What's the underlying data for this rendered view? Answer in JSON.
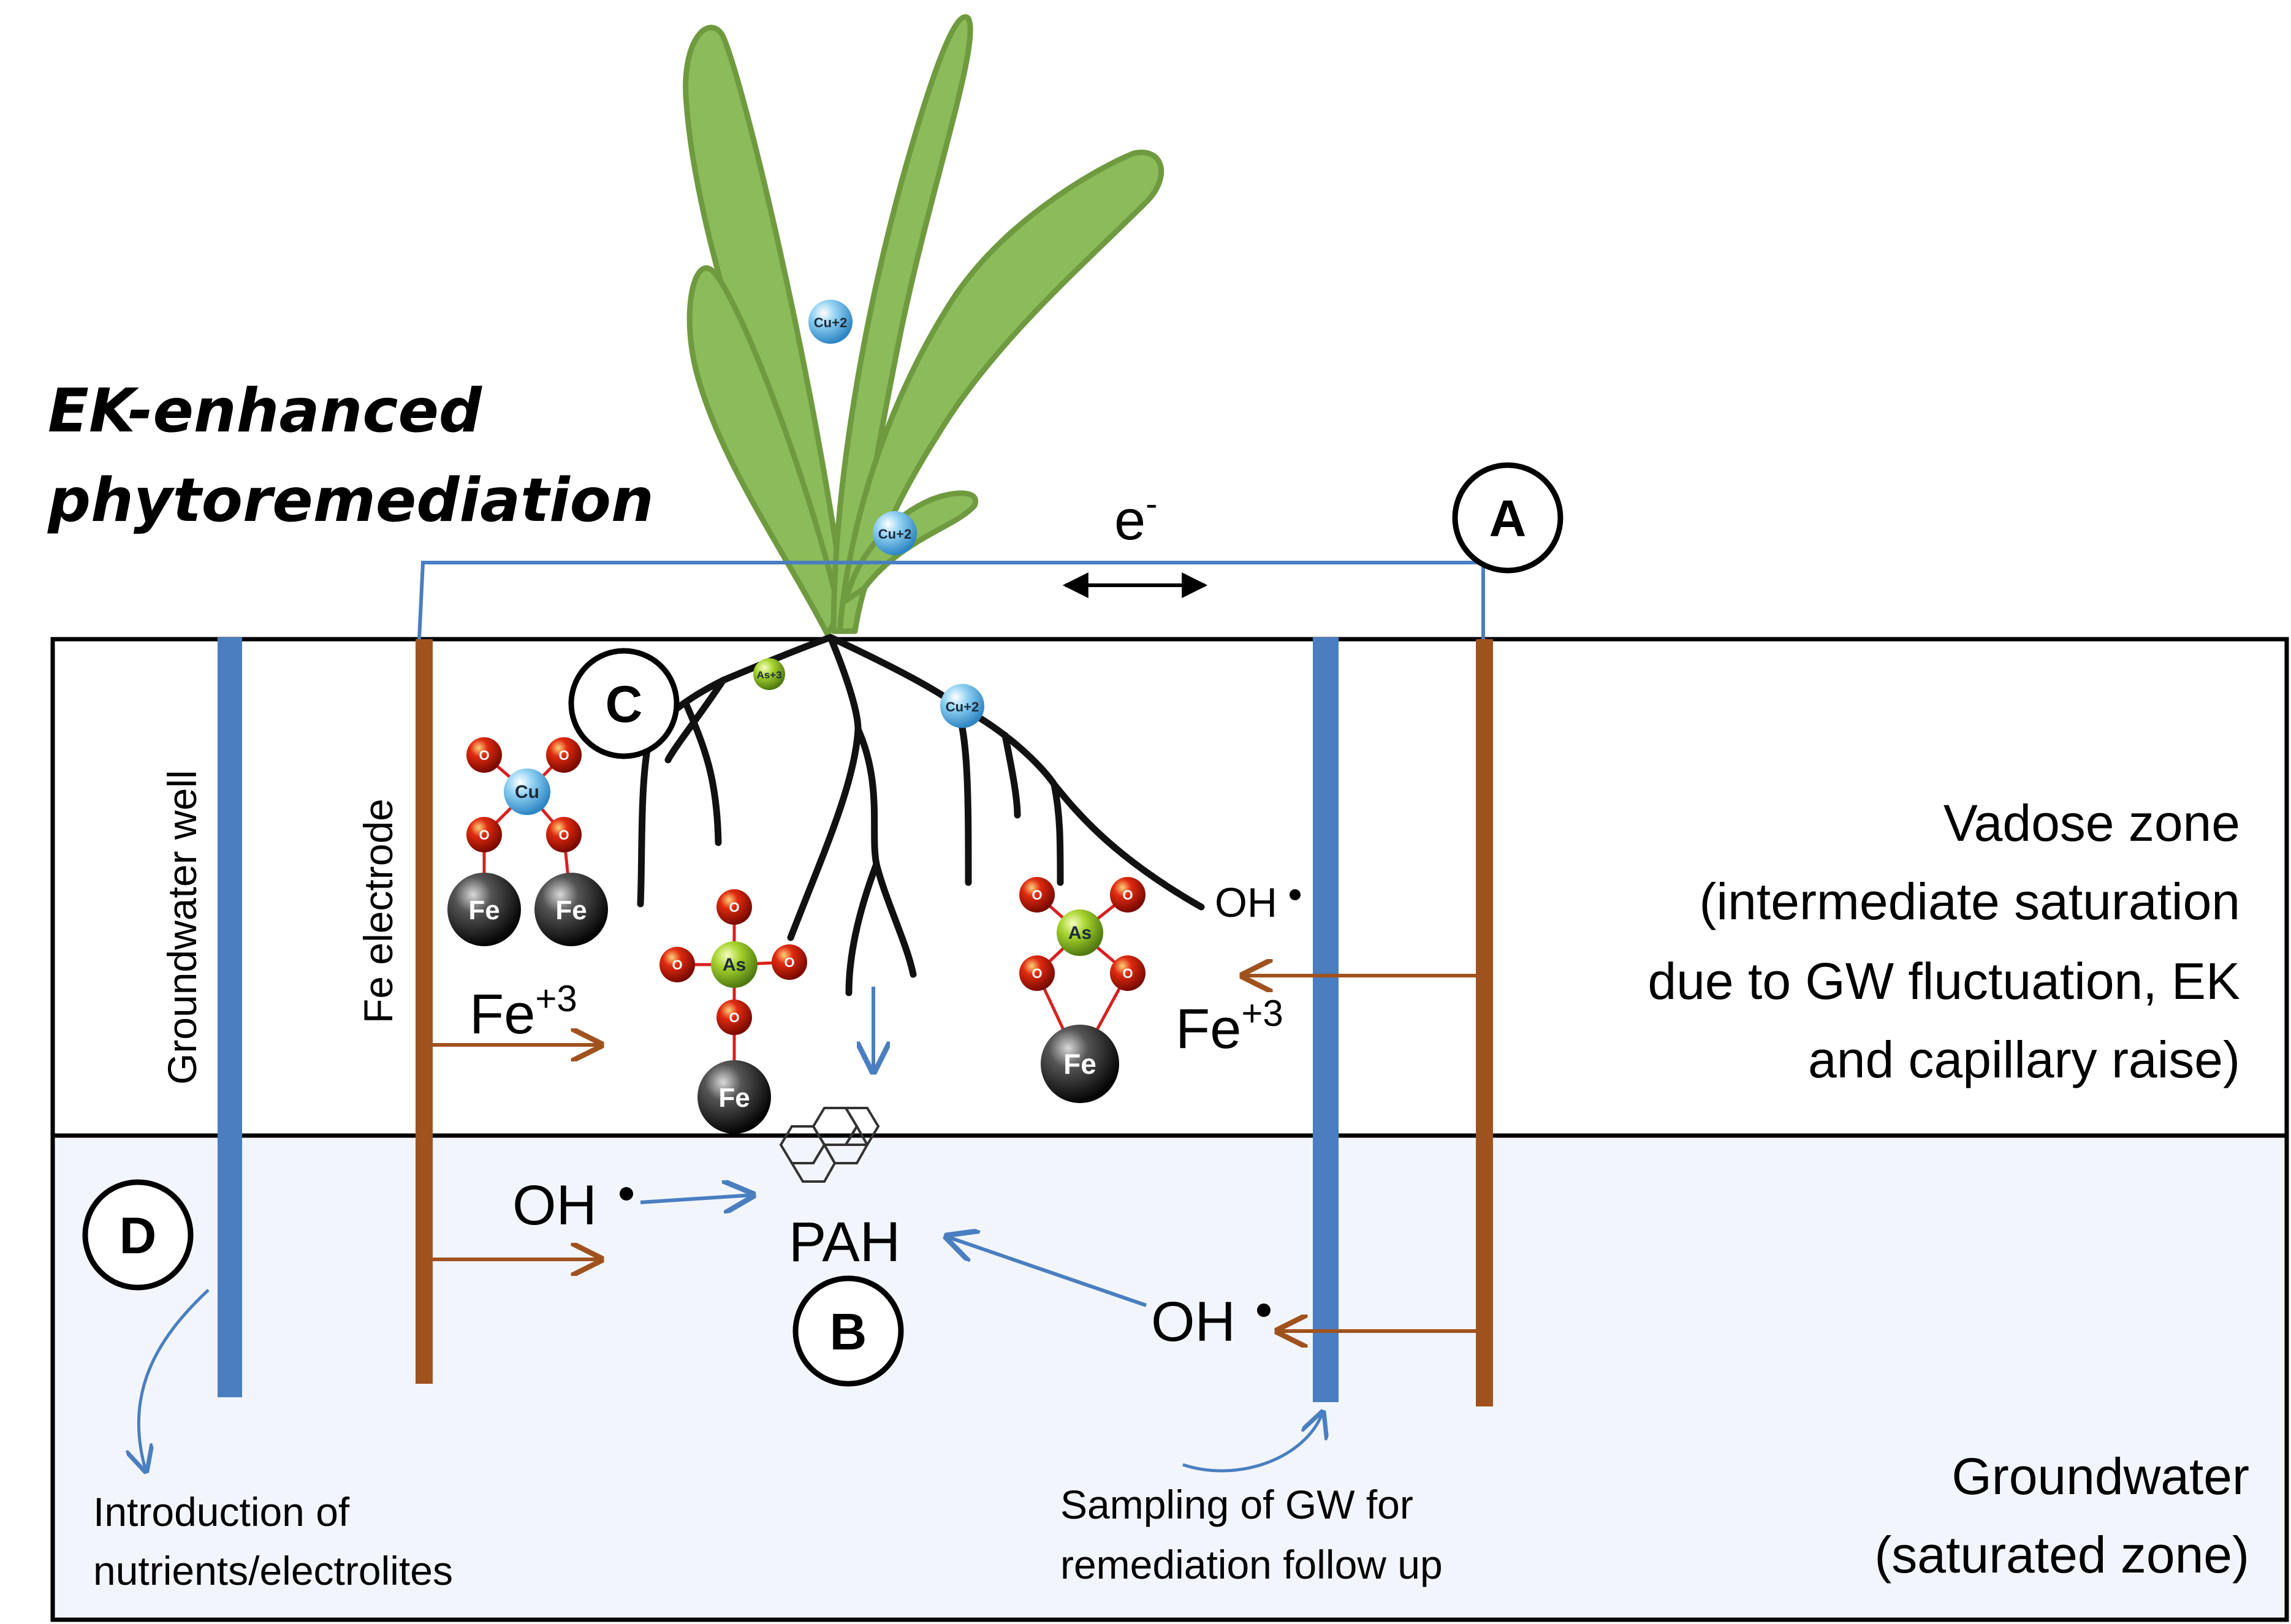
{
  "title": {
    "line1": "EK-enhanced",
    "line2": "phytoremediation"
  },
  "labels": {
    "electron": "e",
    "electron_sup": "-",
    "groundwater_well": "Groundwater well",
    "fe_electrode": "Fe electrode",
    "vadose_1": "Vadose zone",
    "vadose_2": "(intermediate saturation",
    "vadose_3": "due to GW fluctuation, EK",
    "vadose_4": "and capillary raise)",
    "gw_1": "Groundwater",
    "gw_2": "(saturated zone)",
    "intro_1": "Introduction of",
    "intro_2": "nutrients/electrolites",
    "sampling_1": "Sampling of GW for",
    "sampling_2": "remediation follow up",
    "pah": "PAH",
    "fe3_left": "Fe",
    "fe3_left_sup": "+3",
    "fe3_right": "Fe",
    "fe3_right_sup": "+3",
    "oh_left": "OH",
    "oh_right": "OH",
    "oh_small": "OH"
  },
  "markers": {
    "a": "A",
    "b": "B",
    "c": "C",
    "d": "D"
  },
  "ions": {
    "cu2": "Cu+2",
    "as3": "As+3",
    "cu": "Cu",
    "as": "As",
    "fe": "Fe",
    "o": "O"
  },
  "colors": {
    "vadose": "#ffffff",
    "groundwater": "#f2f5fb",
    "well": "#4a7ec0",
    "electrode": "#a0521e",
    "wire": "#4a7ec0",
    "plant": "#8cbb5a",
    "plant_edge": "#6f9a3f",
    "roots": "#111111"
  }
}
